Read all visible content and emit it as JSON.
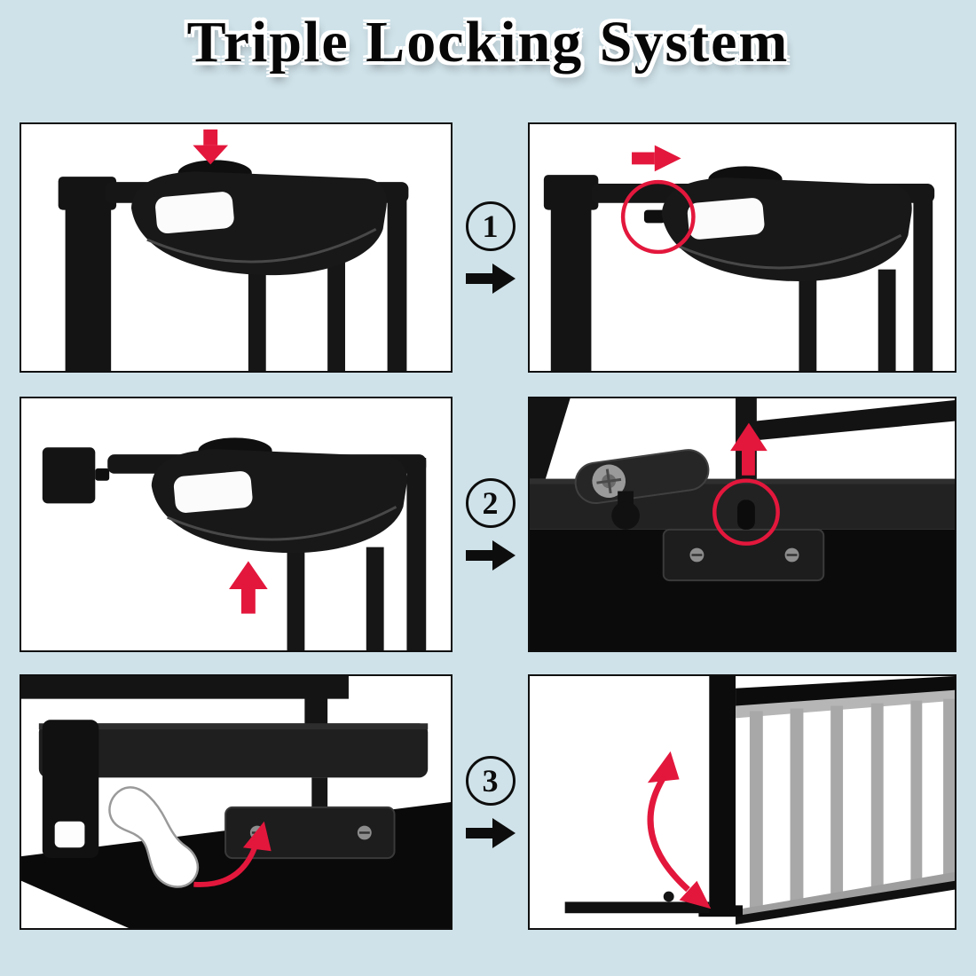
{
  "page": {
    "title": "Triple Locking System",
    "background_color": "#cfe2e9",
    "accent_red": "#e3173c",
    "line_black": "#141414",
    "panel_background": "#ffffff"
  },
  "steps": [
    {
      "number": "1"
    },
    {
      "number": "2"
    },
    {
      "number": "3"
    }
  ],
  "icons": {
    "flow_arrow": "black-right-arrow",
    "step1_before": "press-down-arrow-on-lock-button",
    "step1_after": "slide-right-arrow-and-latch-highlight-circle",
    "step2_before": "lift-up-arrow-under-handle",
    "step2_after": "lift-up-arrow-and-pin-highlight-circle",
    "step3_before": "curved-rotate-arrow-at-floor-latch",
    "step3_after": "curved-swing-arrow-at-gate-door"
  }
}
